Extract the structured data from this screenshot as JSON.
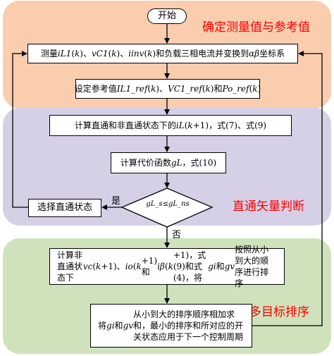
{
  "panels": {
    "top": "确定测量值与参考值",
    "mid": "直通矢量判断",
    "bot": "多目标排序"
  },
  "boxes": {
    "start": "开始",
    "measure": "测量iL1(k)、vC1(k)、iinv(k)和负载三相电流并变换到αβ坐标系",
    "ref": "设定参考值IL1_ref(k)、VC1_ref(k)和Po_ref(k)",
    "calc1": "计算直通和非直通状态下的iL(k+1)，式(7)、式(9)",
    "cost": "计算代价函数gL，式(10)",
    "select": "选择直通状态",
    "decision": "gL_s≤gL_ns",
    "calc2": "计算非直通状态下vc(k+1)、io(k+1)和iβ(k+1)，式(9)和式(4)，将gi和gv按照从小到大的顺序进行排序",
    "sort": "将gi和gv从小到大的排序顺序相加求和，最小的排序和所对应的开关状态应用于下一个控制周期"
  },
  "edges": {
    "yes": "是",
    "no": "否"
  },
  "colors": {
    "panel_top": "#f9cdae",
    "panel_mid": "#d6d0e6",
    "panel_bot": "#cfe2bc",
    "label": "#ff0000"
  }
}
